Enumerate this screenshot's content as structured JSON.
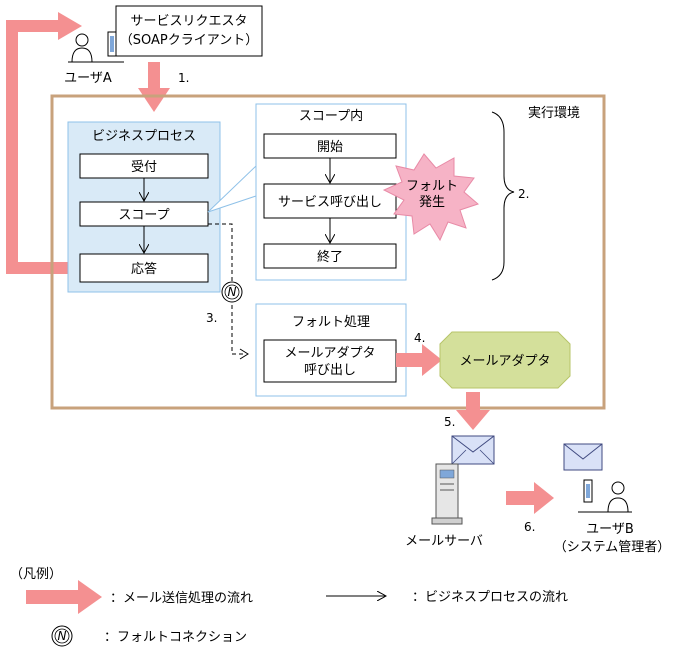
{
  "requester": {
    "line1": "サービスリクエスタ",
    "line2": "（SOAPクライアント）"
  },
  "user_a": {
    "label": "ユーザA"
  },
  "environment": {
    "label": "実行環境"
  },
  "business_process": {
    "title": "ビジネスプロセス",
    "steps": [
      "受付",
      "スコープ",
      "応答"
    ]
  },
  "scope": {
    "title": "スコープ内",
    "steps": [
      "開始",
      "サービス呼び出し",
      "終了"
    ]
  },
  "fault": {
    "line1": "フォルト",
    "line2": "発生"
  },
  "fault_handler": {
    "title": "フォルト処理",
    "step_line1": "メールアダプタ",
    "step_line2": "呼び出し"
  },
  "mail_adapter": {
    "label": "メールアダプタ"
  },
  "mail_server": {
    "label": "メールサーバ"
  },
  "user_b": {
    "line1": "ユーザB",
    "line2": "（システム管理者）"
  },
  "step_numbers": [
    "1.",
    "2.",
    "3.",
    "4.",
    "5.",
    "6."
  ],
  "legend": {
    "title": "（凡例）",
    "mail_flow": "：メール送信処理の流れ",
    "bp_flow": "：ビジネスプロセスの流れ",
    "fault_connection": "：フォルトコネクション",
    "connection_symbol": "N"
  },
  "colors": {
    "flow_arrow": "#f49091",
    "env_border": "#c8a27c",
    "bp_fill": "#d9eaf7",
    "bp_border": "#8fc1e8",
    "scope_border": "#8fc1e8",
    "fault_star": "#f6b3c6",
    "adapter_fill": "#d4e09b"
  }
}
